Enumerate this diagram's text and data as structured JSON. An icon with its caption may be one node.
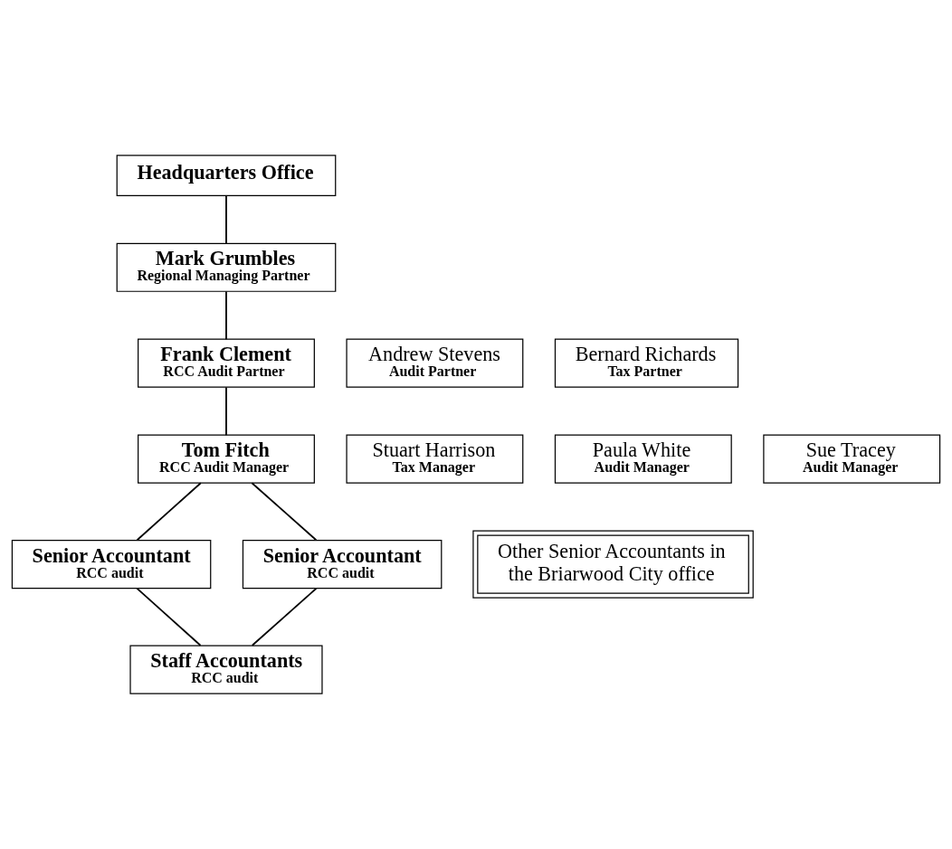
{
  "diagram": {
    "nodes": [
      {
        "text": [
          "Headquarters Office"
        ]
      },
      {
        "text": [
          "Mark Grumbles",
          "Regional Managing Partner"
        ]
      },
      {
        "text": [
          "Andrew Stevens",
          "Audit Partner"
        ]
      },
      {
        "text": [
          "Frank Clement",
          "RCC Audit Partner"
        ]
      },
      {
        "text": [
          "Bernard Richards",
          "Tax Partner"
        ]
      },
      {
        "text": [
          "Stuart Harrison",
          "Tax Manager"
        ]
      },
      {
        "text": [
          "Tom Fitch",
          "RCC Audit Manager"
        ]
      },
      {
        "text": [
          "Paula White",
          "Audit Manager"
        ]
      },
      {
        "text": [
          "Sue Tracey",
          "Audit Manager"
        ]
      },
      {
        "text": [
          "Senior Accountant",
          "RCC audit"
        ]
      },
      {
        "text": [
          "Senior Accountant",
          "RCC audit"
        ]
      },
      {
        "text": [
          "Other Senior Accountants in the Briarwood City office"
        ]
      },
      {
        "text": [
          "Staff Accountants",
          "RCC audit"
        ]
      }
    ],
    "edges": [
      {
        "from": 0,
        "to": 1,
        "arrow": "none"
      },
      {
        "from": 1,
        "to": 3,
        "arrow": "none"
      },
      {
        "from": 3,
        "to": 6,
        "arrow": "none"
      },
      {
        "from": 6,
        "to": 9,
        "arrow": "none"
      },
      {
        "from": 6,
        "to": 10,
        "arrow": "none"
      },
      {
        "from": 9,
        "to": 12,
        "arrow": "none"
      },
      {
        "from": 10,
        "to": 12,
        "arrow": "none"
      }
    ]
  }
}
